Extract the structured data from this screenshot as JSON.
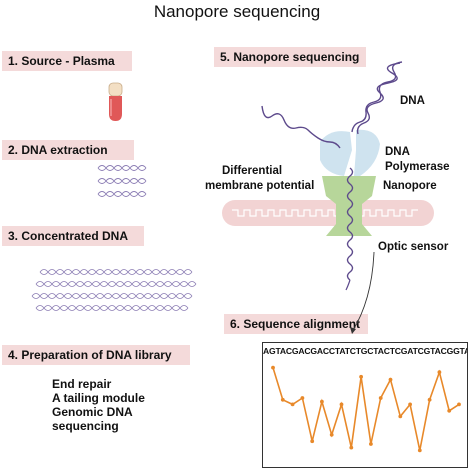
{
  "title": "Nanopore sequencing",
  "steps": {
    "source": "1. Source - Plasma",
    "extraction": "2. DNA extraction",
    "concentrated": "3. Concentrated DNA",
    "library": "4. Preparation of DNA library",
    "nanopore": "5. Nanopore sequencing",
    "alignment": "6. Sequence alignment"
  },
  "library_steps": [
    "End repair",
    "A tailing module",
    "Genomic DNA",
    "sequencing"
  ],
  "labels": {
    "dna": "DNA",
    "polymerase_line1": "DNA",
    "polymerase_line2": "Polymerase",
    "nanopore": "Nanopore",
    "membrane_line1": "Differential",
    "membrane_line2": "membrane potential",
    "optic": "Optic sensor"
  },
  "sequence": "AGTACGACGACCTATCTGCTACTCGATCGTACGGTA",
  "signal_levels": [
    0.95,
    0.6,
    0.55,
    0.62,
    0.15,
    0.58,
    0.22,
    0.55,
    0.08,
    0.85,
    0.12,
    0.62,
    0.82,
    0.42,
    0.55,
    0.05,
    0.6,
    0.9,
    0.48,
    0.55
  ],
  "colors": {
    "step_bg": "#f4dada",
    "dna_strand": "#5d4a8c",
    "polymerase": "#cfe3ef",
    "nanopore": "#b7d69a",
    "membrane": "#f2d3d3",
    "signal": "#e8892a",
    "tube_cap": "#f3dfc4",
    "tube_body": "#e05858"
  }
}
